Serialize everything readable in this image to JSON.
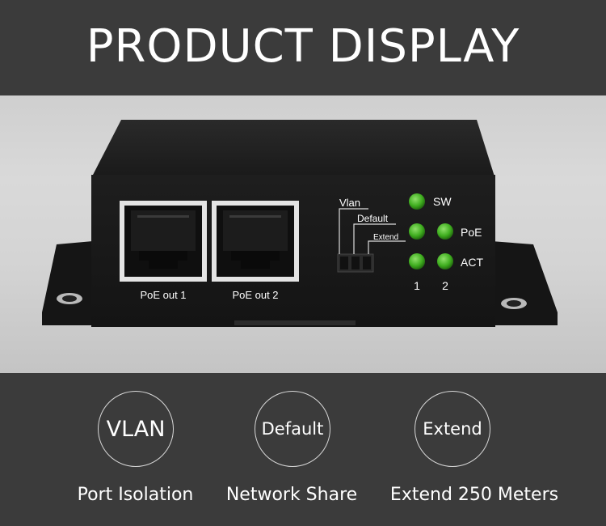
{
  "header": {
    "title": "PRODUCT DISPLAY"
  },
  "device": {
    "ports": [
      "PoE out 1",
      "PoE out 2"
    ],
    "switch_labels": [
      "Vlan",
      "Default",
      "Extend"
    ],
    "led_labels": [
      "SW",
      "PoE",
      "ACT"
    ],
    "port_numbers": [
      "1",
      "2"
    ],
    "led_color": "#3fae1f"
  },
  "features": [
    {
      "badge": "VLAN",
      "caption": "Port Isolation"
    },
    {
      "badge": "Default",
      "caption": "Network Share"
    },
    {
      "badge": "Extend",
      "caption": "Extend 250 Meters"
    }
  ]
}
